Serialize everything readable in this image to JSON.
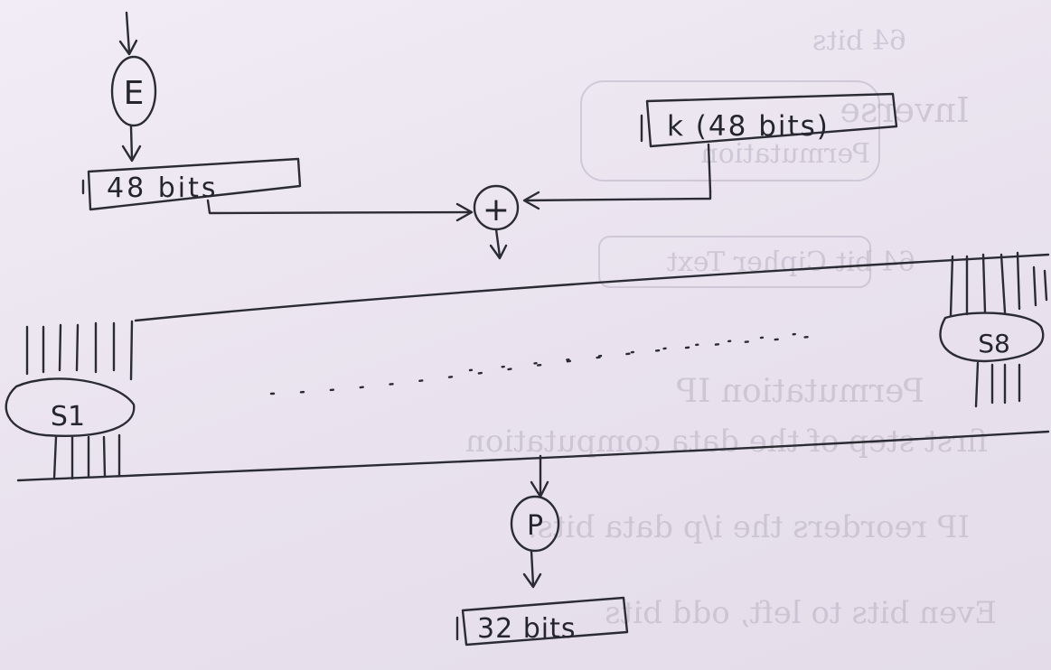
{
  "diagram": {
    "expansion_label": "E",
    "expanded_block_label": "48 bits",
    "key_block_label": "k (48 bits)",
    "xor_symbol": "+",
    "sbox_first_label": "S1",
    "sbox_last_label": "S8",
    "permutation_label": "P",
    "output_block_label": "32 bits"
  },
  "bleed_through_text": {
    "line_1": "64 bits",
    "line_2": "Inverse",
    "line_3": "Permutation",
    "line_4": "64 bit Cipher Text",
    "line_5": "Permutation IP",
    "line_6": "first step of the data computation",
    "line_7": "IP reorders the i/p data bits.",
    "line_8": "Even bits to left, odd bits"
  },
  "colors": {
    "ink": "#2b2b33",
    "paper": "#ece6f0",
    "bleed": "#b9b0c2"
  }
}
